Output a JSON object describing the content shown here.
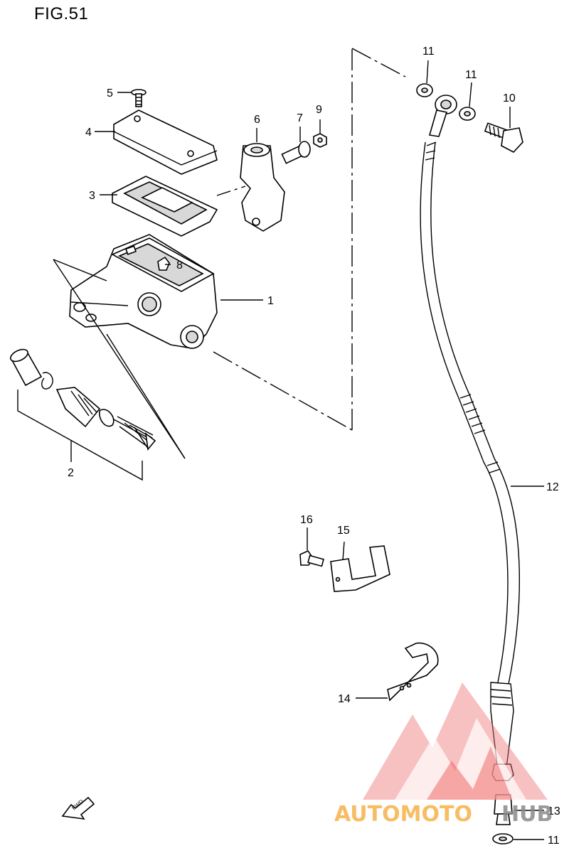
{
  "figure": {
    "title": "FIG.51"
  },
  "callouts": [
    {
      "id": "c1",
      "label": "1"
    },
    {
      "id": "c2",
      "label": "2"
    },
    {
      "id": "c3",
      "label": "3"
    },
    {
      "id": "c4",
      "label": "4"
    },
    {
      "id": "c5",
      "label": "5"
    },
    {
      "id": "c6",
      "label": "6"
    },
    {
      "id": "c7",
      "label": "7"
    },
    {
      "id": "c8",
      "label": "8"
    },
    {
      "id": "c9",
      "label": "9"
    },
    {
      "id": "c10",
      "label": "10"
    },
    {
      "id": "c11a",
      "label": "11"
    },
    {
      "id": "c11b",
      "label": "11"
    },
    {
      "id": "c11c",
      "label": "11"
    },
    {
      "id": "c12",
      "label": "12"
    },
    {
      "id": "c13",
      "label": "13"
    },
    {
      "id": "c14",
      "label": "14"
    },
    {
      "id": "c15",
      "label": "15"
    },
    {
      "id": "c16",
      "label": "16"
    }
  ],
  "fwd_arrow": {
    "text": "FWD",
    "icon": "forward-arrow-icon"
  },
  "watermark": {
    "text_left": "AUTOMOTO",
    "text_right": "HUB",
    "color": "#ef4343",
    "color_text": "#f7b24a"
  }
}
